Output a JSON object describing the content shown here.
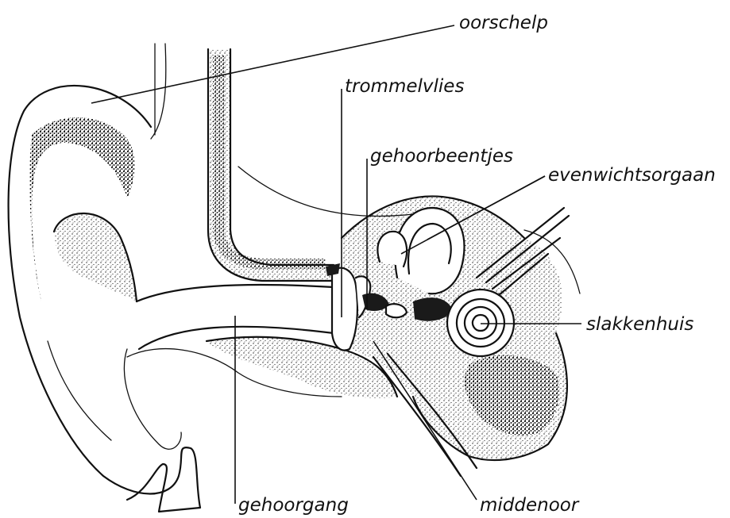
{
  "labels": {
    "oorschelp": "oorschelp",
    "trommelvlies": "trommelvlies",
    "gehoorbeentjes": "gehoorbeentjes",
    "evenwichtsorgaan": "evenwichtsorgaan",
    "slakkenhuis": "slakkenhuis",
    "gehoorgang": "gehoorgang",
    "middenoor": "middenoor"
  }
}
